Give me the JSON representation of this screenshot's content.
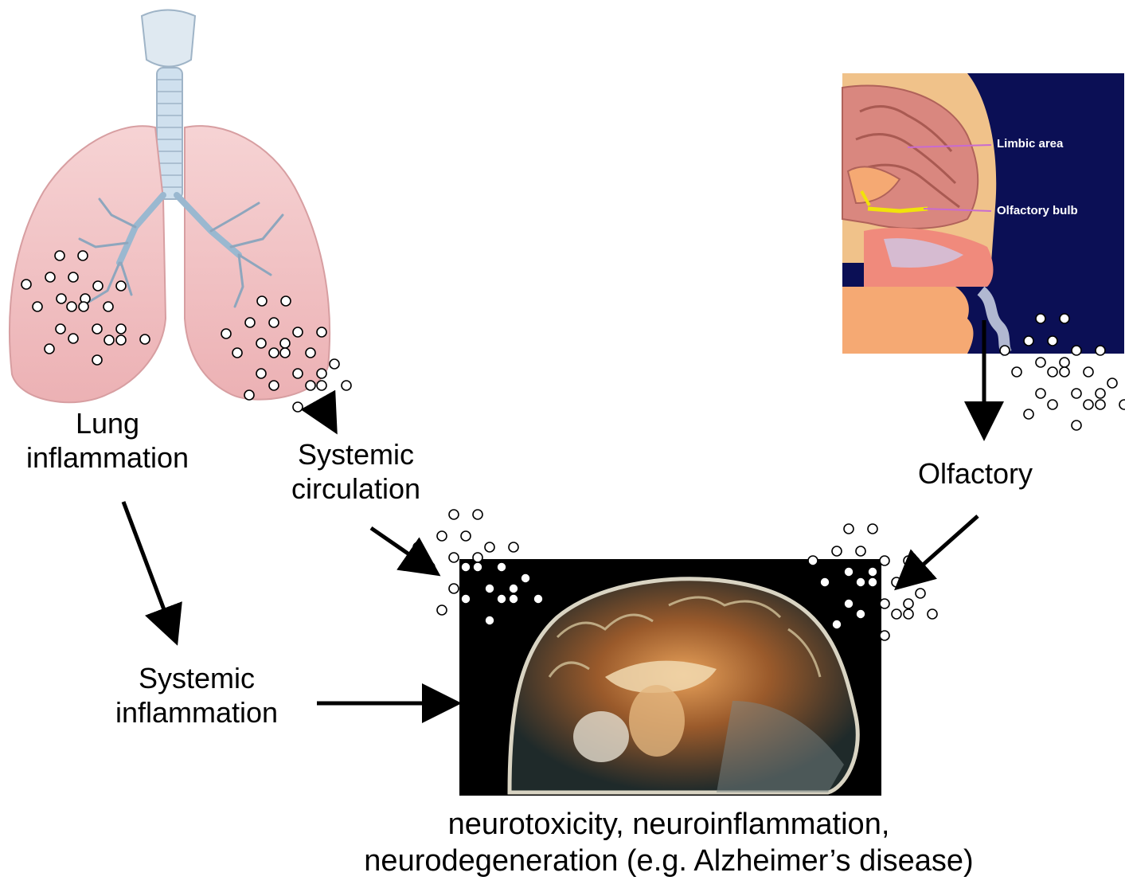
{
  "labels": {
    "lung_1": "Lung",
    "lung_2": "inflammation",
    "sys_circ_1": "Systemic",
    "sys_circ_2": "circulation",
    "olfactory": "Olfactory",
    "sys_infl_1": "Systemic",
    "sys_infl_2": "inflammation",
    "bottom_1": "neurotoxicity, neuroinflammation,",
    "bottom_2": "neurodegeneration (e.g. Alzheimer’s disease)"
  },
  "head_illustration": {
    "limbic_label": "Limbic area",
    "olfactory_bulb_label": "Olfactory bulb"
  },
  "colors": {
    "lung_pink": "#f1c2c4",
    "bronchi_blue": "#a9c6dc",
    "illustration_bg": "#0b0f55",
    "brain_pink": "#d9877f",
    "face_skin": "#f5a973",
    "mri_bg": "#000000",
    "arrow": "#000000"
  }
}
